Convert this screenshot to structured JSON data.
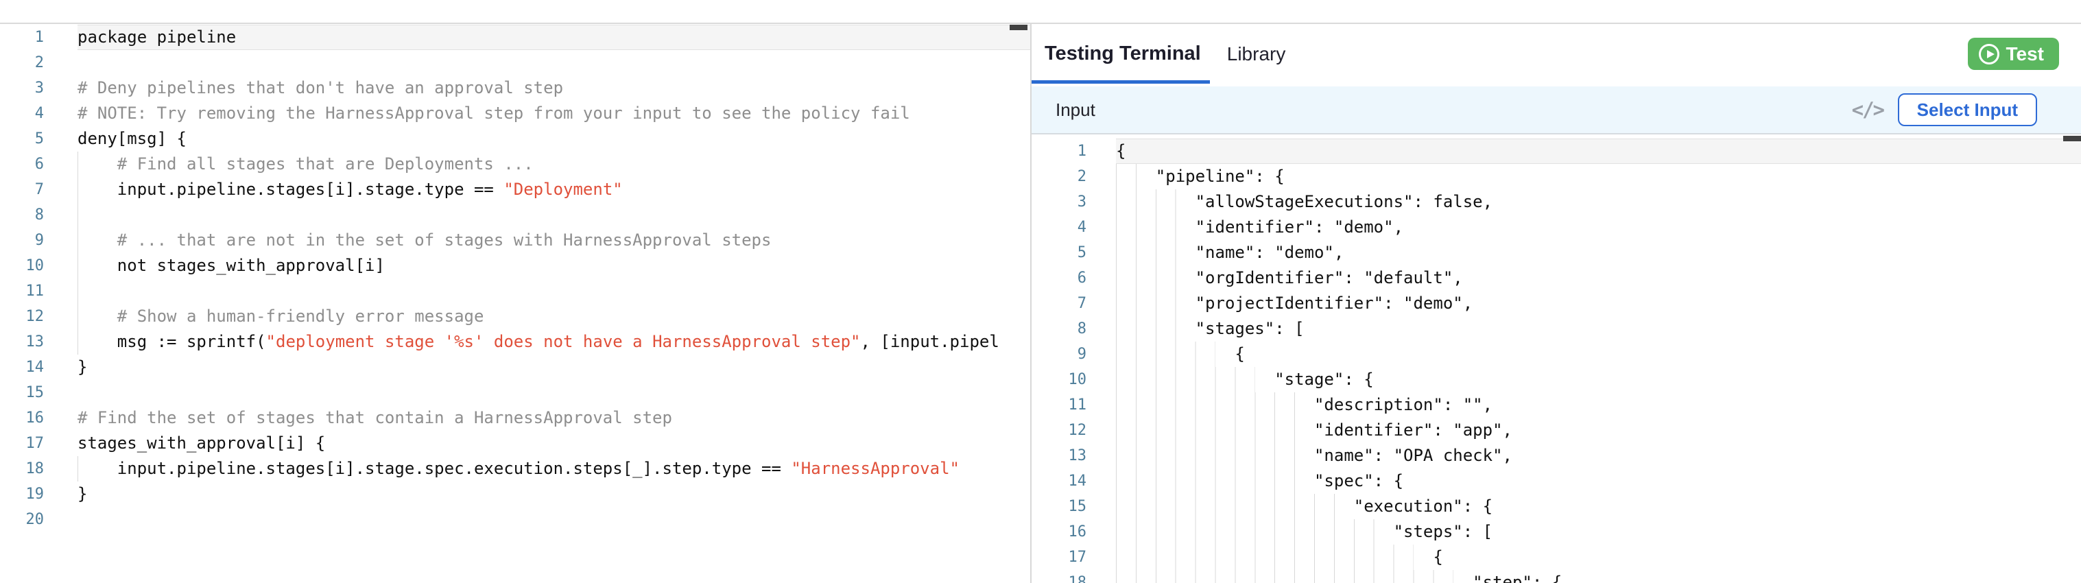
{
  "tabs": {
    "items": [
      {
        "label": "Testing Terminal",
        "active": true
      },
      {
        "label": "Library",
        "active": false
      }
    ],
    "underline_color": "#2a6bd1"
  },
  "test_button": {
    "label": "Test",
    "icon": "play-circle-icon",
    "background": "#5bb75f"
  },
  "input_header": {
    "title": "Input",
    "code_icon_glyph": "</>",
    "select_button_label": "Select Input",
    "accent": "#2e6bd6",
    "background": "#edf7fd"
  },
  "colors": {
    "comment": "#8e8e8e",
    "string": "#e0503a",
    "code": "#111111",
    "line_number": "#4e7d99",
    "indent_guide": "#d8d8d8",
    "active_line_bg": "#f5f5f5",
    "cursor_marker": "#424242"
  },
  "left_editor": {
    "language": "rego",
    "guide_step": 4,
    "lines": [
      {
        "n": 1,
        "indent": 0,
        "active": true,
        "tokens": [
          {
            "t": "package pipeline",
            "c": "k"
          }
        ]
      },
      {
        "n": 2,
        "indent": 0,
        "tokens": []
      },
      {
        "n": 3,
        "indent": 0,
        "tokens": [
          {
            "t": "# Deny pipelines that don't have an approval step",
            "c": "c"
          }
        ]
      },
      {
        "n": 4,
        "indent": 0,
        "tokens": [
          {
            "t": "# NOTE: Try removing the HarnessApproval step from your input to see the policy fail",
            "c": "c"
          }
        ]
      },
      {
        "n": 5,
        "indent": 0,
        "tokens": [
          {
            "t": "deny[msg] {",
            "c": "k"
          }
        ]
      },
      {
        "n": 6,
        "indent": 4,
        "tokens": [
          {
            "t": "    # Find all stages that are Deployments ...",
            "c": "c"
          }
        ]
      },
      {
        "n": 7,
        "indent": 4,
        "tokens": [
          {
            "t": "    input.pipeline.stages[i].stage.type == ",
            "c": "k"
          },
          {
            "t": "\"Deployment\"",
            "c": "s"
          }
        ]
      },
      {
        "n": 8,
        "indent": 4,
        "tokens": []
      },
      {
        "n": 9,
        "indent": 4,
        "tokens": [
          {
            "t": "    # ... that are not in the set of stages with HarnessApproval steps",
            "c": "c"
          }
        ]
      },
      {
        "n": 10,
        "indent": 4,
        "tokens": [
          {
            "t": "    not stages_with_approval[i]",
            "c": "k"
          }
        ]
      },
      {
        "n": 11,
        "indent": 4,
        "tokens": []
      },
      {
        "n": 12,
        "indent": 4,
        "tokens": [
          {
            "t": "    # Show a human-friendly error message",
            "c": "c"
          }
        ]
      },
      {
        "n": 13,
        "indent": 4,
        "tokens": [
          {
            "t": "    msg := sprintf(",
            "c": "k"
          },
          {
            "t": "\"deployment stage '%s' does not have a HarnessApproval step\"",
            "c": "s"
          },
          {
            "t": ", [input.pipel",
            "c": "k"
          }
        ]
      },
      {
        "n": 14,
        "indent": 0,
        "tokens": [
          {
            "t": "}",
            "c": "k"
          }
        ]
      },
      {
        "n": 15,
        "indent": 0,
        "tokens": []
      },
      {
        "n": 16,
        "indent": 0,
        "tokens": [
          {
            "t": "# Find the set of stages that contain a HarnessApproval step",
            "c": "c"
          }
        ]
      },
      {
        "n": 17,
        "indent": 0,
        "tokens": [
          {
            "t": "stages_with_approval[i] {",
            "c": "k"
          }
        ]
      },
      {
        "n": 18,
        "indent": 4,
        "tokens": [
          {
            "t": "    input.pipeline.stages[i].stage.spec.execution.steps[_].step.type == ",
            "c": "k"
          },
          {
            "t": "\"HarnessApproval\"",
            "c": "s"
          }
        ]
      },
      {
        "n": 19,
        "indent": 0,
        "tokens": [
          {
            "t": "}",
            "c": "k"
          }
        ]
      },
      {
        "n": 20,
        "indent": 0,
        "tokens": []
      }
    ]
  },
  "right_editor": {
    "language": "json",
    "guide_step": 2,
    "lines": [
      {
        "n": 1,
        "indent": 0,
        "active": true,
        "tokens": [
          {
            "t": "{",
            "c": "k"
          }
        ]
      },
      {
        "n": 2,
        "indent": 4,
        "tokens": [
          {
            "t": "    \"pipeline\": {",
            "c": "k"
          }
        ]
      },
      {
        "n": 3,
        "indent": 8,
        "tokens": [
          {
            "t": "        \"allowStageExecutions\": false,",
            "c": "k"
          }
        ]
      },
      {
        "n": 4,
        "indent": 8,
        "tokens": [
          {
            "t": "        \"identifier\": \"demo\",",
            "c": "k"
          }
        ]
      },
      {
        "n": 5,
        "indent": 8,
        "tokens": [
          {
            "t": "        \"name\": \"demo\",",
            "c": "k"
          }
        ]
      },
      {
        "n": 6,
        "indent": 8,
        "tokens": [
          {
            "t": "        \"orgIdentifier\": \"default\",",
            "c": "k"
          }
        ]
      },
      {
        "n": 7,
        "indent": 8,
        "tokens": [
          {
            "t": "        \"projectIdentifier\": \"demo\",",
            "c": "k"
          }
        ]
      },
      {
        "n": 8,
        "indent": 8,
        "tokens": [
          {
            "t": "        \"stages\": [",
            "c": "k"
          }
        ]
      },
      {
        "n": 9,
        "indent": 12,
        "tokens": [
          {
            "t": "            {",
            "c": "k"
          }
        ]
      },
      {
        "n": 10,
        "indent": 16,
        "tokens": [
          {
            "t": "                \"stage\": {",
            "c": "k"
          }
        ]
      },
      {
        "n": 11,
        "indent": 20,
        "tokens": [
          {
            "t": "                    \"description\": \"\",",
            "c": "k"
          }
        ]
      },
      {
        "n": 12,
        "indent": 20,
        "tokens": [
          {
            "t": "                    \"identifier\": \"app\",",
            "c": "k"
          }
        ]
      },
      {
        "n": 13,
        "indent": 20,
        "tokens": [
          {
            "t": "                    \"name\": \"OPA check\",",
            "c": "k"
          }
        ]
      },
      {
        "n": 14,
        "indent": 20,
        "tokens": [
          {
            "t": "                    \"spec\": {",
            "c": "k"
          }
        ]
      },
      {
        "n": 15,
        "indent": 24,
        "tokens": [
          {
            "t": "                        \"execution\": {",
            "c": "k"
          }
        ]
      },
      {
        "n": 16,
        "indent": 28,
        "tokens": [
          {
            "t": "                            \"steps\": [",
            "c": "k"
          }
        ]
      },
      {
        "n": 17,
        "indent": 32,
        "tokens": [
          {
            "t": "                                {",
            "c": "k"
          }
        ]
      },
      {
        "n": 18,
        "indent": 36,
        "tokens": [
          {
            "t": "                                    \"step\": {",
            "c": "k"
          }
        ]
      }
    ]
  }
}
